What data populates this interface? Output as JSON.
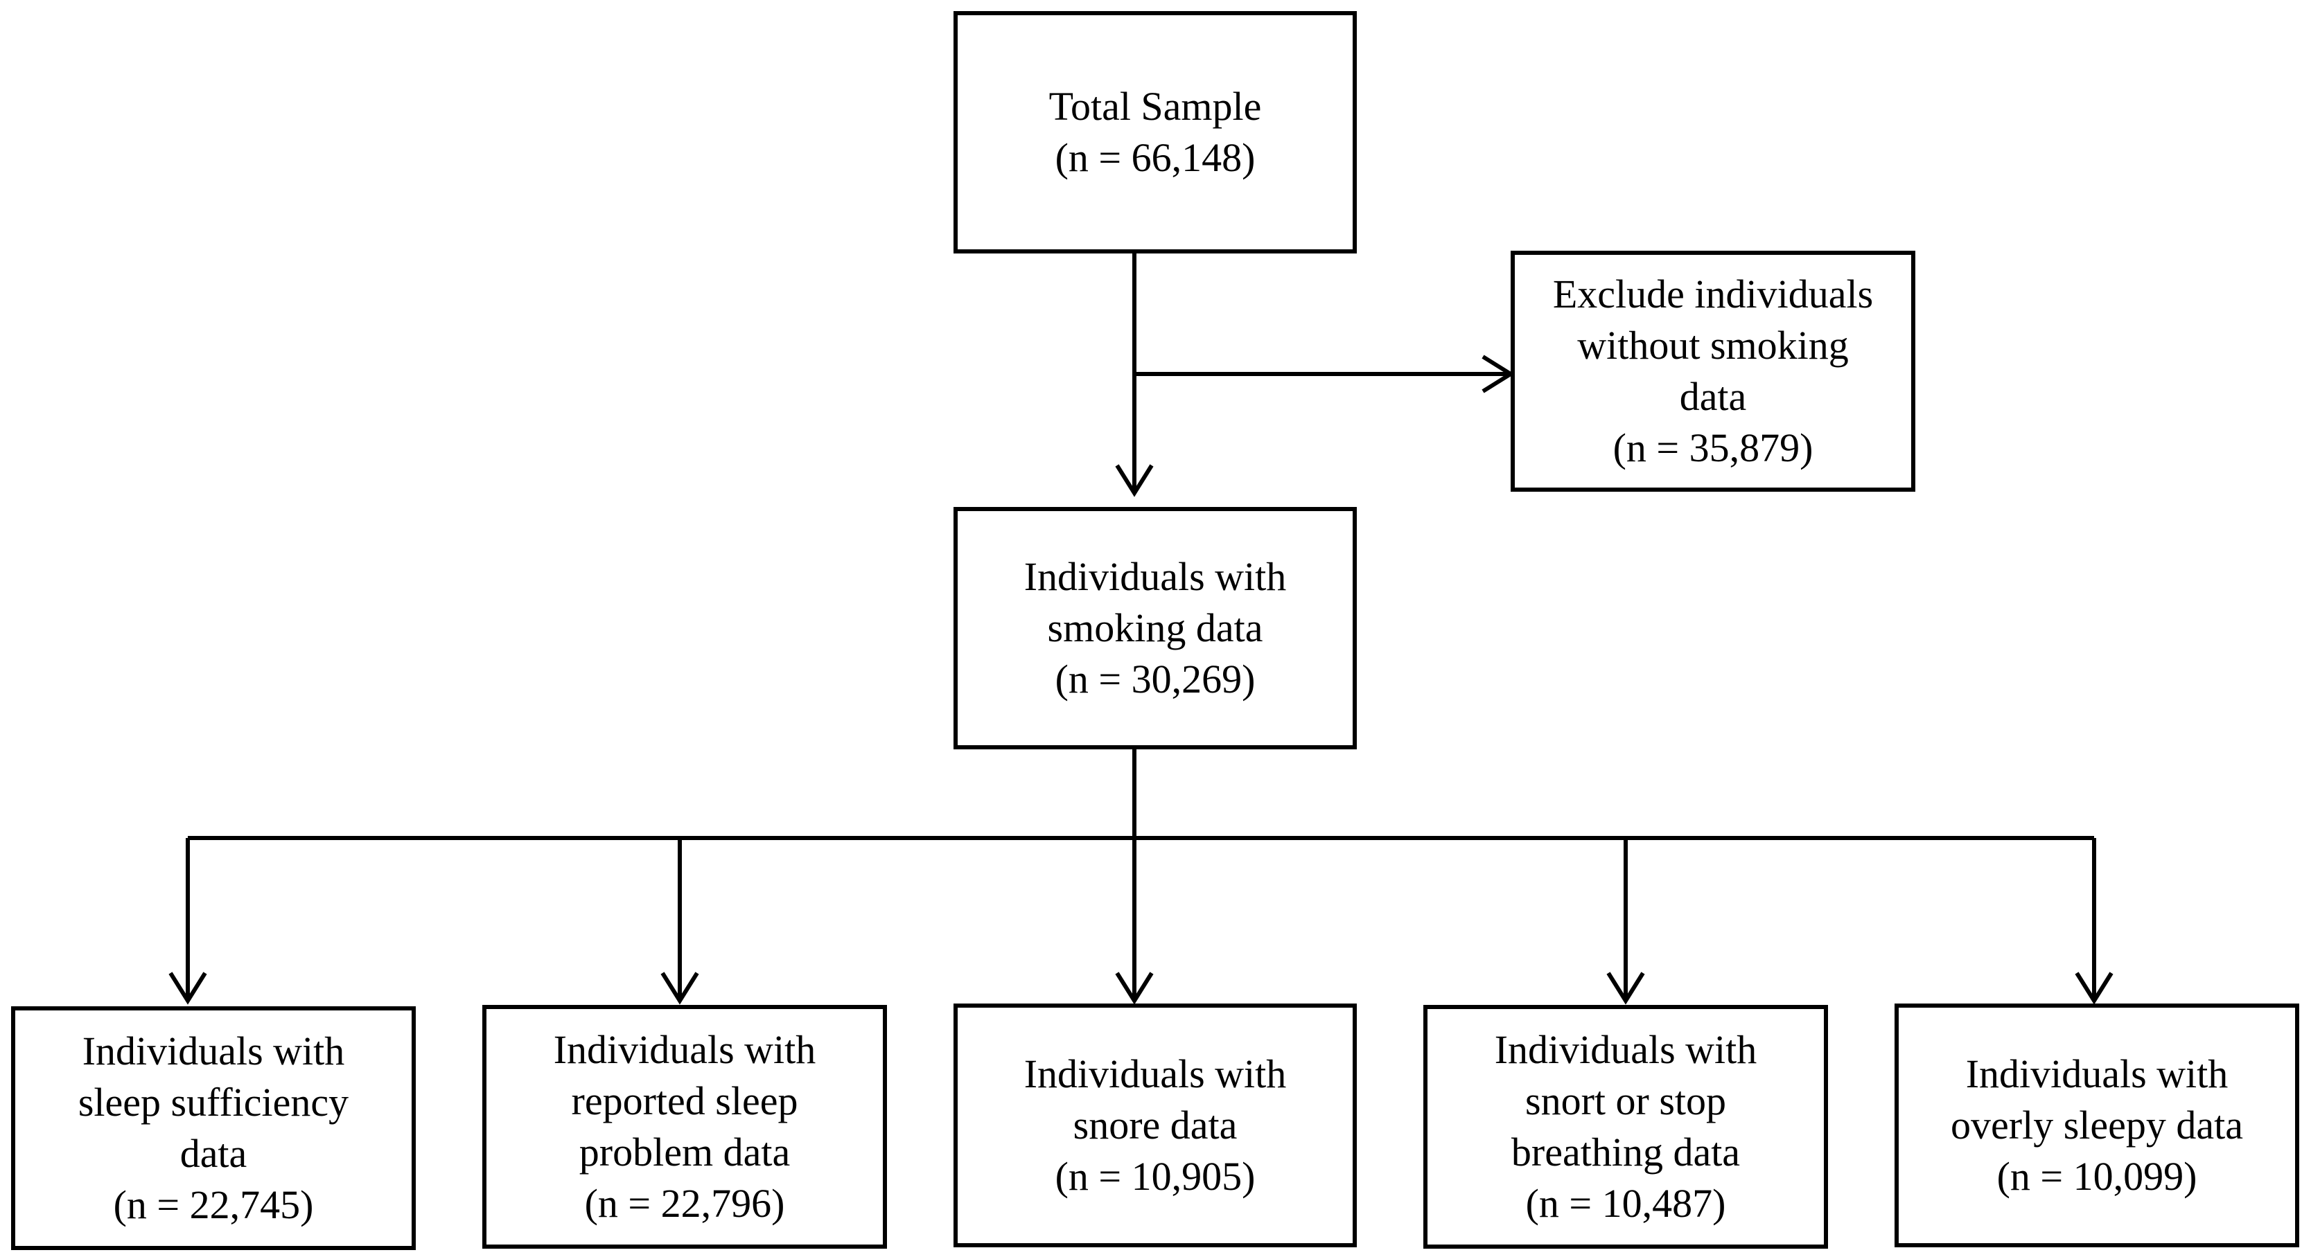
{
  "boxes": {
    "total": {
      "lines": [
        "Total Sample",
        "(n = 66,148)"
      ]
    },
    "excluded": {
      "lines": [
        "Exclude individuals",
        "without smoking",
        "data",
        "(n = 35,879)"
      ]
    },
    "smoking": {
      "lines": [
        "Individuals with",
        "smoking data",
        "(n = 30,269)"
      ]
    },
    "sleep_sufficiency": {
      "lines": [
        "Individuals with",
        "sleep sufficiency",
        "data",
        "(n = 22,745)"
      ]
    },
    "sleep_problem": {
      "lines": [
        "Individuals with",
        "reported sleep",
        "problem data",
        "(n = 22,796)"
      ]
    },
    "snore": {
      "lines": [
        "Individuals with",
        "snore data",
        "(n = 10,905)"
      ]
    },
    "snort_stop_breathing": {
      "lines": [
        "Individuals with",
        "snort or stop",
        "breathing data",
        "(n = 10,487)"
      ]
    },
    "overly_sleepy": {
      "lines": [
        "Individuals with",
        "overly sleepy data",
        "(n = 10,099)"
      ]
    }
  },
  "colors": {
    "stroke": "#000000",
    "background": "#ffffff"
  }
}
